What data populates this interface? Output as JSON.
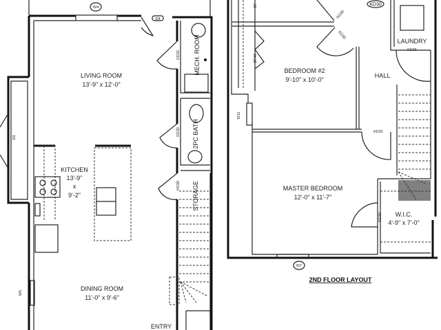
{
  "first_floor": {
    "rooms": {
      "living": {
        "name": "LIVING ROOM",
        "size": "13'-9\" x 12'-0\""
      },
      "kitchen": {
        "name": "KITCHEN",
        "size1": "13'-9\"",
        "size2": "x",
        "size3": "9'-2\""
      },
      "dining": {
        "name": "DINING ROOM",
        "size": "11'-0\" x 9'-6\""
      },
      "mech": {
        "name": "MECH. ROOM"
      },
      "bath": {
        "name": "2PC BATH"
      },
      "storage": {
        "name": "STORAGE"
      },
      "entry": {
        "name": "ENTRY"
      }
    },
    "tags": {
      "w4": "W4",
      "d4": "D4",
      "d5": "D5",
      "w5": "W5",
      "kd32": "KD32",
      "kd30a": "KD30",
      "kd30b": "KD30"
    }
  },
  "second_floor": {
    "title": "2ND FLOOR LAYOUT",
    "rooms": {
      "bedroom2": {
        "name": "BEDROOM #2",
        "size": "9'-10\" x 10'-0\""
      },
      "master": {
        "name": "MASTER BEDROOM",
        "size": "12'-0\" x 11'-7\""
      },
      "wic": {
        "name": "W.I.C.",
        "size": "4'-9\" x 7'-0\""
      },
      "laundry": {
        "name": "LAUNDRY"
      },
      "hall": {
        "name": "HALL"
      }
    },
    "tags": {
      "bf_top": "BF",
      "bf48": "BF48",
      "w11": "W11",
      "w7": "W7",
      "kd30a": "KD30",
      "kd30b": "KD30",
      "kd30c": "KD30",
      "kd30d": "KD30",
      "kd32": "KD32",
      "kd36": "KD36"
    }
  }
}
